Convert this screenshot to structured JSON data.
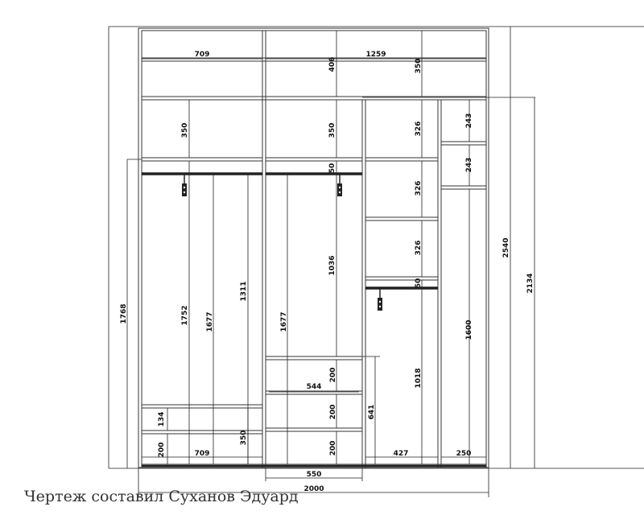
{
  "caption": "Чертеж составил Суханов Эдуард",
  "dims": {
    "w709_top": "709",
    "w1259": "1259",
    "h406": "406",
    "h350_top": "350",
    "h350_l": "350",
    "h350_m": "350",
    "h326_a": "326",
    "h326_b": "326",
    "h326_c": "326",
    "h243_a": "243",
    "h243_b": "243",
    "h50_m": "50",
    "h50_r": "50",
    "h1768": "1768",
    "h1752": "1752",
    "h1677_l": "1677",
    "h1311": "1311",
    "h1036": "1036",
    "h1677_m": "1677",
    "h1018": "1018",
    "h1600": "1600",
    "h2540": "2540",
    "h2134": "2134",
    "w544": "544",
    "h200_d1": "200",
    "h200_d2": "200",
    "h200_d3": "200",
    "h641": "641",
    "h134": "134",
    "h200_l": "200",
    "w709_bot": "709",
    "h350_bot": "350",
    "w427": "427",
    "w250": "250",
    "w550": "550",
    "w2000": "2000"
  }
}
